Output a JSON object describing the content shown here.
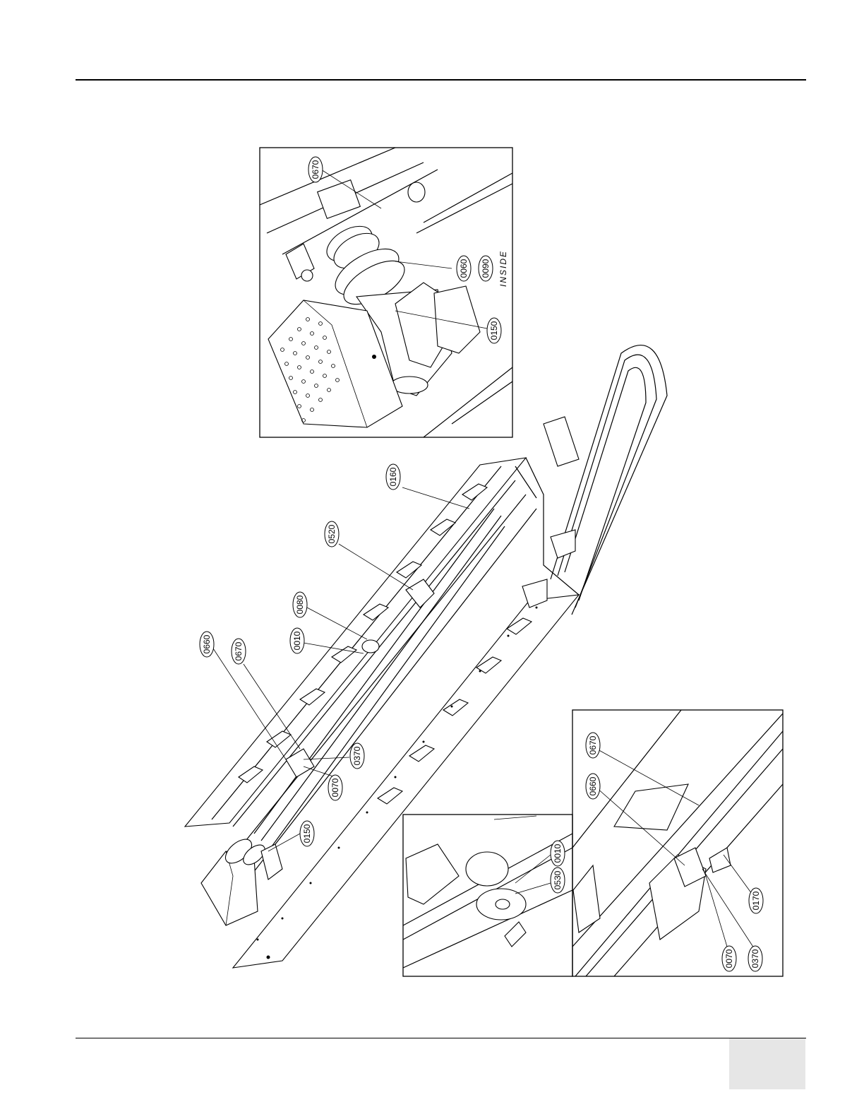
{
  "figure": {
    "inset_top": {
      "callouts": [
        {
          "id": "c-top-0670",
          "text": "0670"
        },
        {
          "id": "c-top-0060",
          "text": "0060"
        },
        {
          "id": "c-top-0090",
          "text": "0090"
        },
        {
          "id": "c-top-0150",
          "text": "0150"
        }
      ],
      "note": "INSIDE"
    },
    "main": {
      "callouts": [
        {
          "id": "c-main-0160",
          "text": "0160"
        },
        {
          "id": "c-main-0520",
          "text": "0520"
        },
        {
          "id": "c-main-0080",
          "text": "0080"
        },
        {
          "id": "c-main-0010",
          "text": "0010"
        },
        {
          "id": "c-main-0660",
          "text": "0660"
        },
        {
          "id": "c-main-0670",
          "text": "0670"
        },
        {
          "id": "c-main-0370",
          "text": "0370"
        },
        {
          "id": "c-main-0070",
          "text": "0070"
        },
        {
          "id": "c-main-0150",
          "text": "0150"
        }
      ]
    },
    "inset_bottom_left": {
      "callouts": [
        {
          "id": "c-bl-0010",
          "text": "0010"
        },
        {
          "id": "c-bl-0530",
          "text": "0530"
        }
      ]
    },
    "inset_bottom_right": {
      "callouts": [
        {
          "id": "c-br-0670",
          "text": "0670"
        },
        {
          "id": "c-br-0660",
          "text": "0660"
        },
        {
          "id": "c-br-0170",
          "text": "0170"
        },
        {
          "id": "c-br-0070",
          "text": "0070"
        },
        {
          "id": "c-br-0370",
          "text": "0370"
        }
      ]
    }
  }
}
